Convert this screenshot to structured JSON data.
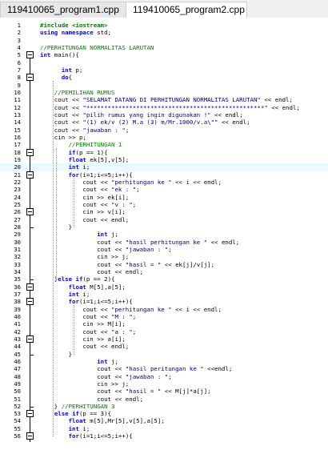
{
  "tabs": [
    {
      "label": "119410065_program1.cpp",
      "active": false
    },
    {
      "label": "119410065_program2.cpp",
      "active": true
    }
  ],
  "highlight_line": 20,
  "folds": [
    5,
    8,
    18,
    21,
    26,
    36,
    38,
    43,
    53,
    56
  ],
  "lines": [
    {
      "n": "1",
      "t": "#include <iostream>",
      "k": "pp"
    },
    {
      "n": "2",
      "t": "using namespace std;",
      "k": "kw"
    },
    {
      "n": "3",
      "t": "",
      "k": ""
    },
    {
      "n": "4",
      "t": "//PERHITUNGAN NORMALITAS LARUTAN",
      "k": "cmt"
    },
    {
      "n": "5",
      "t": "int main(){",
      "k": ""
    },
    {
      "n": "6",
      "t": "",
      "k": ""
    },
    {
      "n": "7",
      "t": "      int p;",
      "k": ""
    },
    {
      "n": "8",
      "t": "      do{",
      "k": ""
    },
    {
      "n": "9",
      "t": "",
      "k": ""
    },
    {
      "n": "10",
      "t": "    //PEMILIHAN RUMUS",
      "k": "cmt"
    },
    {
      "n": "11",
      "t": "    cout << \"SELAMAT DATANG DI PERHITUNGAN NORMALITAS LARUTAN\" << endl;",
      "k": ""
    },
    {
      "n": "12",
      "t": "    cout << \"**************************************************\" << endl;",
      "k": ""
    },
    {
      "n": "13",
      "t": "    cout << \"pilih rumus yang ingin digunakan !\" << endl;",
      "k": ""
    },
    {
      "n": "14",
      "t": "    cout << \"(1) ek/v (2) M.a (3) m/Mr.1000/v.a\" << endl;",
      "k": ""
    },
    {
      "n": "15",
      "t": "    cout << \"jawaban : \";",
      "k": ""
    },
    {
      "n": "16",
      "t": "    cin >> p;",
      "k": ""
    },
    {
      "n": "17",
      "t": "        //PERHITUNGAN 1",
      "k": "cmt"
    },
    {
      "n": "18",
      "t": "        if(p == 1){",
      "k": ""
    },
    {
      "n": "19",
      "t": "        float ek[5],v[5];",
      "k": ""
    },
    {
      "n": "20",
      "t": "        int i;",
      "k": ""
    },
    {
      "n": "21",
      "t": "        for(i=1;i<=5;i++){",
      "k": ""
    },
    {
      "n": "22",
      "t": "            cout << \"perhitungan ke \" << i << endl;",
      "k": ""
    },
    {
      "n": "23",
      "t": "            cout << \"ek : \";",
      "k": ""
    },
    {
      "n": "24",
      "t": "            cin >> ek[i];",
      "k": ""
    },
    {
      "n": "25",
      "t": "            cout << \"v : \";",
      "k": ""
    },
    {
      "n": "26",
      "t": "            cin >> v[i];",
      "k": ""
    },
    {
      "n": "27",
      "t": "            cout << endl;",
      "k": ""
    },
    {
      "n": "28",
      "t": "        }",
      "k": ""
    },
    {
      "n": "29",
      "t": "                int j;",
      "k": ""
    },
    {
      "n": "30",
      "t": "                cout << \"hasil perhitungan ke \" << endl;",
      "k": ""
    },
    {
      "n": "31",
      "t": "                cout << \"jawaban : \";",
      "k": ""
    },
    {
      "n": "32",
      "t": "                cin >> j;",
      "k": ""
    },
    {
      "n": "33",
      "t": "                cout << \"hasil = \" << ek[j]/v[j];",
      "k": ""
    },
    {
      "n": "34",
      "t": "                cout << endl;",
      "k": ""
    },
    {
      "n": "35",
      "t": "    }else if(p == 2){",
      "k": ""
    },
    {
      "n": "36",
      "t": "        float M[5],a[5];",
      "k": ""
    },
    {
      "n": "37",
      "t": "        int i;",
      "k": ""
    },
    {
      "n": "38",
      "t": "        for(i=1;i<=5;i++){",
      "k": ""
    },
    {
      "n": "39",
      "t": "            cout << \"perhitungan ke \" << i << endl;",
      "k": ""
    },
    {
      "n": "40",
      "t": "            cout << \"M : \";",
      "k": ""
    },
    {
      "n": "41",
      "t": "            cin >> M[i];",
      "k": ""
    },
    {
      "n": "42",
      "t": "            cout << \"a : \";",
      "k": ""
    },
    {
      "n": "43",
      "t": "            cin >> a[i];",
      "k": ""
    },
    {
      "n": "44",
      "t": "            cout << endl;",
      "k": ""
    },
    {
      "n": "45",
      "t": "        }",
      "k": ""
    },
    {
      "n": "46",
      "t": "                int j;",
      "k": ""
    },
    {
      "n": "47",
      "t": "                cout << \"hasil peritungan ke \" <<endl;",
      "k": ""
    },
    {
      "n": "48",
      "t": "                cout << \"jawaban : \";",
      "k": ""
    },
    {
      "n": "49",
      "t": "                cin >> j;",
      "k": ""
    },
    {
      "n": "50",
      "t": "                cout << \"hasil = \" << M[j]*a[j];",
      "k": ""
    },
    {
      "n": "51",
      "t": "                cout << endl;",
      "k": ""
    },
    {
      "n": "52",
      "t": "    } //PERHITUNGAN 3",
      "k": ""
    },
    {
      "n": "53",
      "t": "    else if(p == 3){",
      "k": ""
    },
    {
      "n": "54",
      "t": "        float m[5],Mr[5],v[5],a[5];",
      "k": ""
    },
    {
      "n": "55",
      "t": "        int i;",
      "k": ""
    },
    {
      "n": "56",
      "t": "        for(i=1;i<=5;i++){",
      "k": ""
    }
  ]
}
